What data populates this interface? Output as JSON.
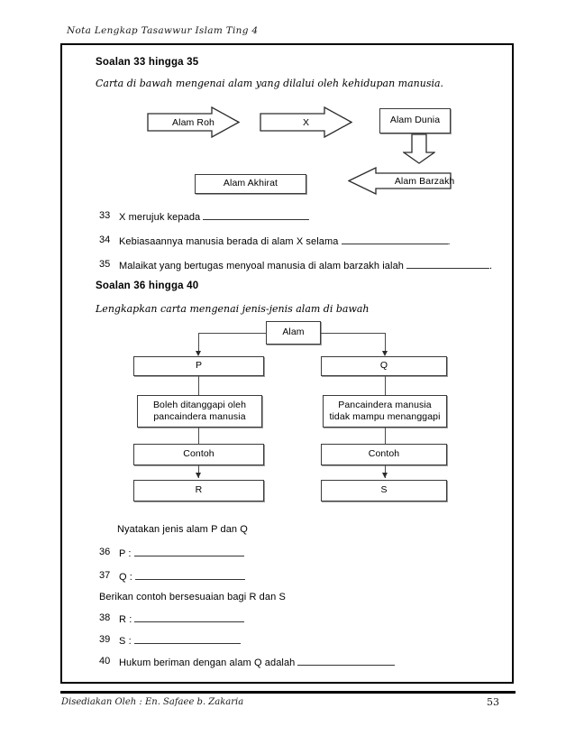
{
  "header": {
    "running_head": "Nota Lengkap Tasawwur Islam Ting 4"
  },
  "footer": {
    "prepared_by": "Disediakan Oleh : En. Safaee b. Zakaria",
    "page_number": "53"
  },
  "section_a": {
    "heading": "Soalan 33 hingga 35",
    "instruction": "Carta di bawah mengenai alam yang dilalui oleh kehidupan manusia.",
    "diagram": {
      "nodes": [
        {
          "id": "alam-roh",
          "label": "Alam Roh",
          "shape": "arrow-right"
        },
        {
          "id": "x",
          "label": "X",
          "shape": "arrow-right"
        },
        {
          "id": "alam-dunia",
          "label": "Alam Dunia",
          "shape": "rect"
        },
        {
          "id": "alam-akhirat",
          "label": "Alam Akhirat",
          "shape": "rect"
        },
        {
          "id": "alam-barzakh",
          "label": "Alam Barzakh",
          "shape": "arrow-left"
        }
      ]
    },
    "questions": [
      {
        "number": "33",
        "text": "X merujuk kepada",
        "blank_width": 118,
        "trailing": ""
      },
      {
        "number": "34",
        "text": "Kebiasaannya manusia berada di alam X selama",
        "blank_width": 118,
        "trailing": "."
      },
      {
        "number": "35",
        "text": "Malaikat yang bertugas menyoal manusia di alam barzakh ialah",
        "blank_width": 92,
        "trailing": "."
      }
    ]
  },
  "section_b": {
    "heading": "Soalan 36 hingga 40",
    "instruction": "Lengkapkan carta mengenai jenis-jenis alam di bawah",
    "diagram": {
      "root": {
        "id": "alam",
        "label": "Alam"
      },
      "left_branch": [
        {
          "id": "p",
          "label": "P"
        },
        {
          "id": "p-desc",
          "label": "Boleh ditanggapi oleh\npancaindera manusia"
        },
        {
          "id": "p-contoh",
          "label": "Contoh"
        },
        {
          "id": "r",
          "label": "R"
        }
      ],
      "right_branch": [
        {
          "id": "q",
          "label": "Q"
        },
        {
          "id": "q-desc",
          "label": "Pancaindera manusia\ntidak mampu menanggapi"
        },
        {
          "id": "q-contoh",
          "label": "Contoh"
        },
        {
          "id": "s",
          "label": "S"
        }
      ]
    },
    "prompt_1": "Nyatakan jenis alam P dan Q",
    "prompt_2": "Berikan contoh bersesuaian bagi R dan S",
    "questions": [
      {
        "number": "36",
        "text": "P :",
        "blank_width": 122,
        "trailing": ""
      },
      {
        "number": "37",
        "text": "Q :",
        "blank_width": 122,
        "trailing": ""
      },
      {
        "number": "38",
        "text": "R :",
        "blank_width": 122,
        "trailing": ""
      },
      {
        "number": "39",
        "text": "S :",
        "blank_width": 118,
        "trailing": ""
      },
      {
        "number": "40",
        "text": "Hukum beriman dengan alam Q adalah",
        "blank_width": 108,
        "trailing": ""
      }
    ]
  },
  "colors": {
    "ink": "#000000",
    "line": "#4a4a4a",
    "shadow": "#9a9a9a",
    "paper": "#ffffff"
  }
}
